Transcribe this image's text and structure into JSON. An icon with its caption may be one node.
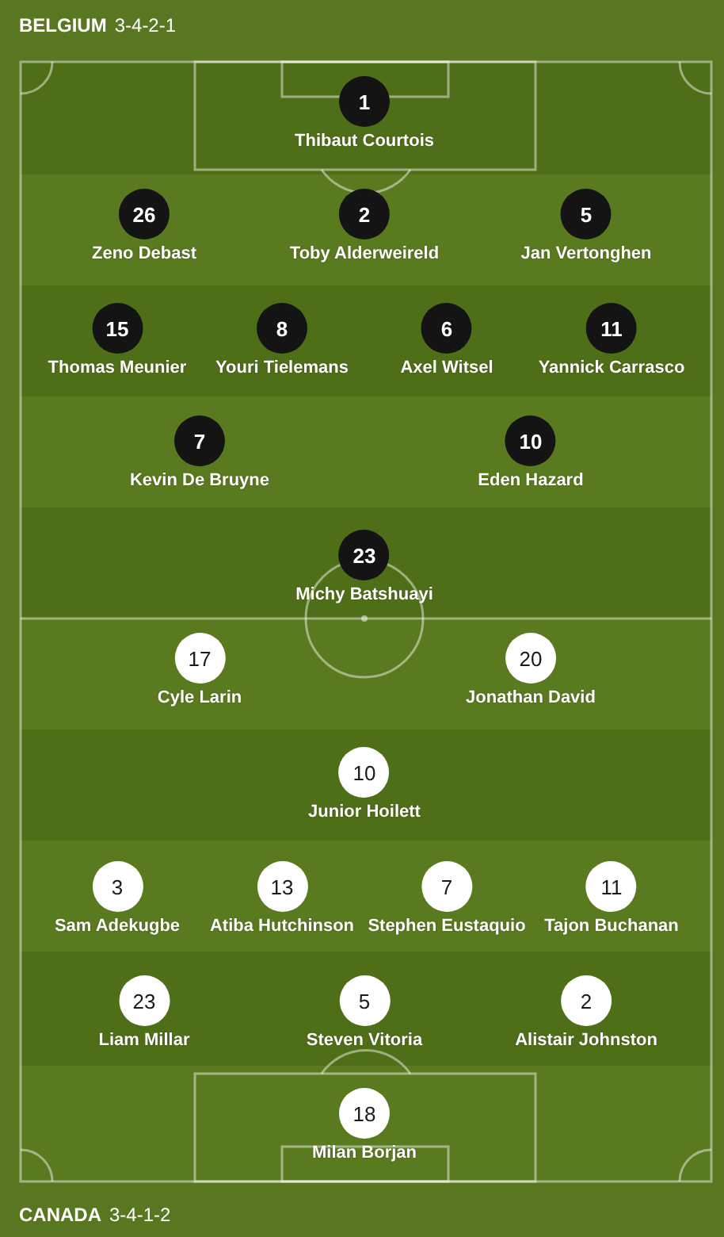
{
  "diagram": {
    "nodes": [
      {
        "text": [
          "1"
        ],
        "beside": [
          "Thibaut Courtois"
        ]
      },
      {
        "text": [
          "26"
        ],
        "beside": [
          "Zeno Debast"
        ]
      },
      {
        "text": [
          "2"
        ],
        "beside": [
          "Toby Alderweireld"
        ]
      },
      {
        "text": [
          "5"
        ],
        "beside": [
          "Jan Vertonghen"
        ]
      },
      {
        "text": [
          "15"
        ],
        "beside": [
          "Thomas Meunier"
        ]
      },
      {
        "text": [
          "8"
        ],
        "beside": [
          "Youri Tielemans"
        ]
      },
      {
        "text": [
          "6"
        ],
        "beside": [
          "Axel Witsel"
        ]
      },
      {
        "text": [
          "11"
        ],
        "beside": [
          "Yannick Carrasco"
        ]
      },
      {
        "text": [
          "7"
        ],
        "beside": [
          "Kevin De Bruyne"
        ]
      },
      {
        "text": [
          "10"
        ],
        "beside": [
          "Eden Hazard"
        ]
      },
      {
        "text": [
          "23"
        ],
        "beside": [
          "Michy Batshuayi"
        ]
      },
      {
        "text": [
          "17"
        ],
        "beside": [
          "Cyle Larin"
        ]
      },
      {
        "text": [
          "20"
        ],
        "beside": [
          "Jonathan David"
        ]
      },
      {
        "text": [
          "10"
        ],
        "beside": [
          "Junior Hoilett"
        ]
      },
      {
        "text": [
          "3"
        ],
        "beside": [
          "Sam Adekugbe"
        ]
      },
      {
        "text": [
          "13"
        ],
        "beside": [
          "Atiba Hutchinson"
        ]
      },
      {
        "text": [
          "7"
        ],
        "beside": [
          "Stephen Eustaquio"
        ]
      },
      {
        "text": [
          "11"
        ],
        "beside": [
          "Tajon Buchanan"
        ]
      },
      {
        "text": [
          "23"
        ],
        "beside": [
          "Liam Millar"
        ]
      },
      {
        "text": [
          "5"
        ],
        "beside": [
          "Steven Vitoria"
        ]
      },
      {
        "text": [
          "2"
        ],
        "beside": [
          "Alistair Johnston"
        ]
      },
      {
        "text": [
          "18"
        ],
        "beside": [
          "Milan Borjan"
        ]
      }
    ],
    "labels": [
      "BELGIUM",
      "3-4-2-1",
      "CANADA",
      "3-4-1-2"
    ]
  }
}
